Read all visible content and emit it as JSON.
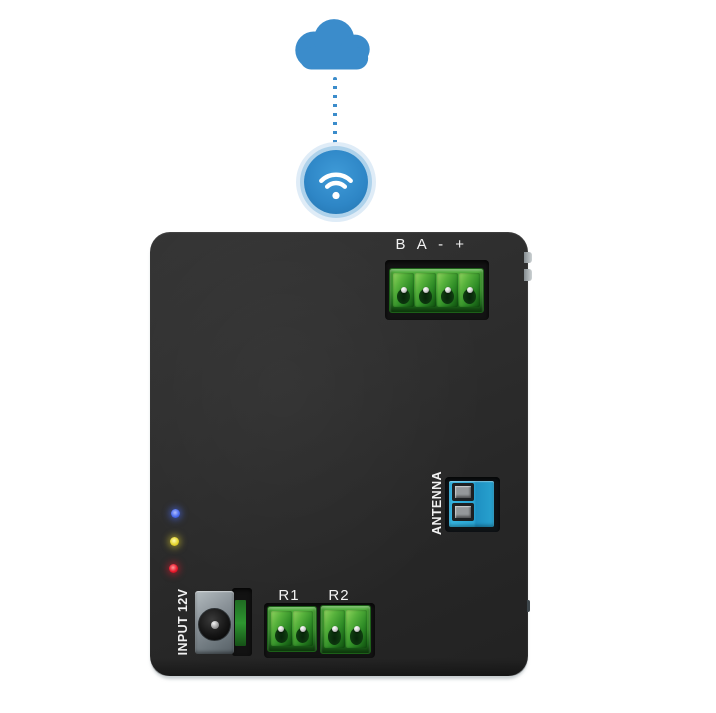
{
  "scene": {
    "background_color": "#ffffff",
    "cloud_icon_color": "#3b8ccb",
    "link_dot_color": "#3b8ccb",
    "wifi_badge": {
      "circle_color": "#2e86c6",
      "glow_color": "#aed2eb",
      "symbol_color": "#ffffff"
    }
  },
  "device": {
    "body_color": "#2c2c2c",
    "ports": {
      "rs485": {
        "label": "B A - +",
        "pin_count": 4,
        "connector_color": "#3f9e30"
      },
      "antenna": {
        "label": "ANTENNA",
        "hole_count": 2,
        "connector_color": "#2aa6d4"
      },
      "power": {
        "label": "INPUT 12V",
        "jack_color": "#8a9298"
      },
      "relay1": {
        "label": "R1",
        "pin_count": 2,
        "connector_color": "#3f9e30"
      },
      "relay2": {
        "label": "R2",
        "pin_count": 2,
        "connector_color": "#3f9e30"
      }
    },
    "leds": [
      {
        "name": "led-blue",
        "color": "#4a6cf0"
      },
      {
        "name": "led-yellow",
        "color": "#e6d52e"
      },
      {
        "name": "led-red",
        "color": "#e8192c"
      }
    ]
  }
}
